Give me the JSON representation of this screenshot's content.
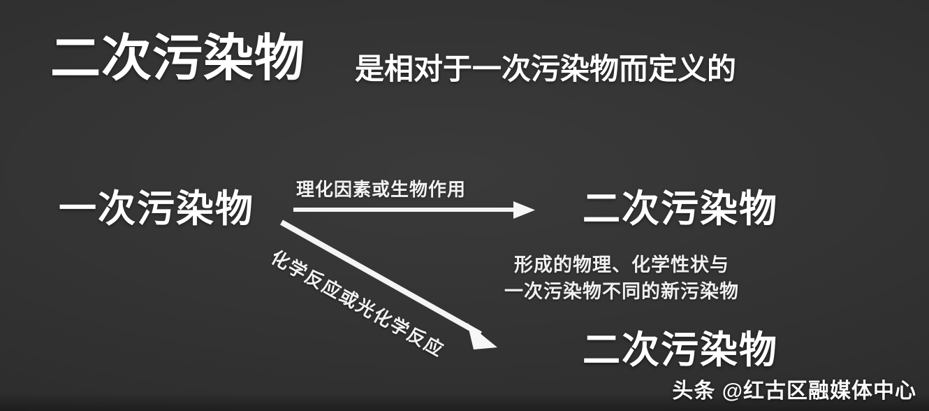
{
  "slide": {
    "background_color": "#2f2f2f",
    "text_color": "#ffffff",
    "headline": "二次污染物",
    "subheadline": "是相对于一次污染物而定义的"
  },
  "diagram": {
    "nodes": {
      "primary": "一次污染物",
      "secondary_top": "二次污染物",
      "secondary_bottom": "二次污染物"
    },
    "arrows": {
      "top_label": "理化因素或生物作用",
      "diagonal_label": "化学反应或光化学反应"
    },
    "description_lines": [
      "形成的物理、化学性状与",
      "一次污染物不同的新污染物"
    ]
  },
  "watermark": {
    "text": "头条 @红古区融媒体中心"
  }
}
